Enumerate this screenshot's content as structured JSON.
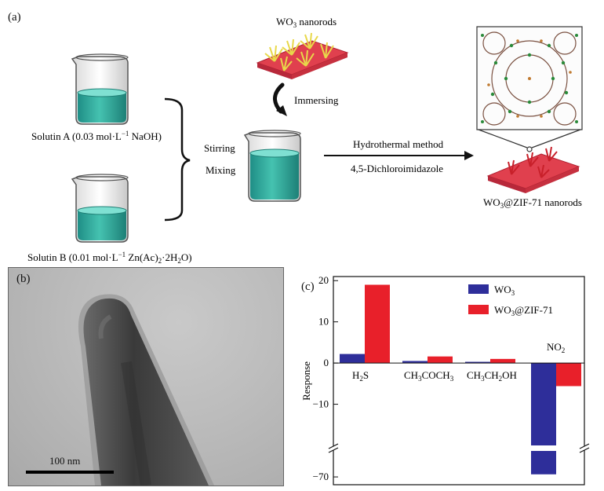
{
  "panel_a": {
    "label": "(a)",
    "wo3_nanorods": "WO",
    "wo3_nanorods_sub": "3",
    "wo3_nanorods_tail": " nanorods",
    "solution_a": "Solutin A (0.03 mol·L",
    "solution_a_sup": "−1",
    "solution_a_tail": " NaOH)",
    "solution_b": "Solutin B (0.01 mol·L",
    "solution_b_sup": "−1",
    "solution_b_mid": " Zn(Ac)",
    "solution_b_sub1": "2",
    "solution_b_mid2": "·2H",
    "solution_b_sub2": "2",
    "solution_b_tail": "O)",
    "stirring": "Stirring",
    "mixing": "Mixing",
    "immersing": "Immersing",
    "hydrothermal": "Hydrothermal method",
    "reagent": "4,5-Dichloroimidazole",
    "product": "WO",
    "product_sub": "3",
    "product_tail": "@ZIF-71 nanorods",
    "colors": {
      "liquid": "#2aa89a",
      "substrate": "#e0404e",
      "nanorod": "#e8d84a",
      "arrow": "#111111"
    }
  },
  "panel_b": {
    "label": "(b)",
    "scale_bar": "100 nm"
  },
  "panel_c": {
    "label": "(c)",
    "ylabel": "Response",
    "legend": [
      {
        "name": "WO",
        "sub": "3",
        "tail": "",
        "color": "#2e2e9a"
      },
      {
        "name": "WO",
        "sub": "3",
        "tail": "@ZIF-71",
        "color": "#e8202a"
      }
    ]
  },
  "chart_data": {
    "type": "bar",
    "categories": [
      "H2S",
      "CH3COCH3",
      "CH3CH2OH",
      "NO2"
    ],
    "series": [
      {
        "name": "WO3",
        "values": [
          2.2,
          0.5,
          0.3,
          -69
        ]
      },
      {
        "name": "WO3@ZIF-71",
        "values": [
          19,
          1.6,
          1.0,
          -5.6
        ]
      }
    ],
    "ylabel": "Response",
    "y_ticks": [
      20,
      10,
      0,
      -10,
      -70
    ],
    "y_break": [
      -20,
      -60
    ],
    "ylim": [
      -73,
      21
    ],
    "legend_position": "top-right",
    "grid": false
  }
}
